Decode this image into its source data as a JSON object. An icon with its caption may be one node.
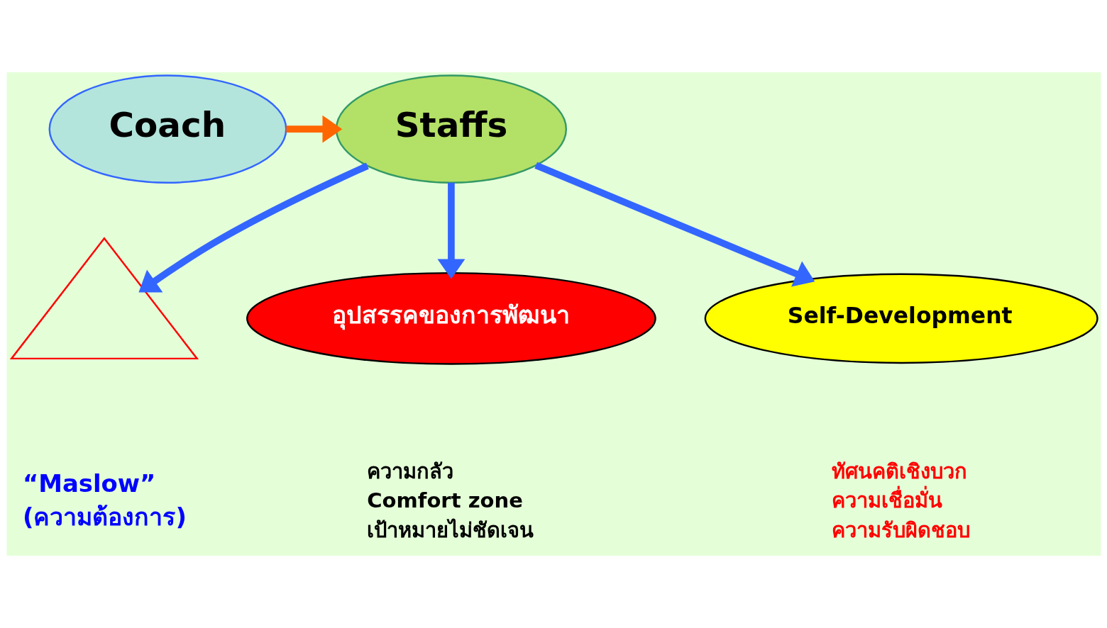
{
  "diagram": {
    "nodes": [
      {
        "text": [
          "Coach"
        ]
      },
      {
        "text": [
          "Staffs"
        ]
      },
      {
        "text": [],
        "shape": "triangle",
        "beside": [
          "“Maslow”",
          "(ความต้องการ)"
        ]
      },
      {
        "text": [
          "อุปสรรคของการพัฒนา"
        ],
        "beside": [
          "ความกลัว",
          "Comfort zone",
          "เป้าหมายไม่ชัดเจน"
        ]
      },
      {
        "text": [
          "Self-Development"
        ],
        "beside": [
          "ทัศนคติเชิงบวก",
          "ความเชื่อมั่น",
          "ความรับผิดชอบ"
        ]
      }
    ],
    "edges": [
      {
        "from": 0,
        "to": 1,
        "arrow": "to",
        "color": "#ff6600"
      },
      {
        "from": 1,
        "to": 2,
        "arrow": "to"
      },
      {
        "from": 1,
        "to": 3,
        "arrow": "to"
      },
      {
        "from": 1,
        "to": 4,
        "arrow": "to"
      }
    ]
  }
}
